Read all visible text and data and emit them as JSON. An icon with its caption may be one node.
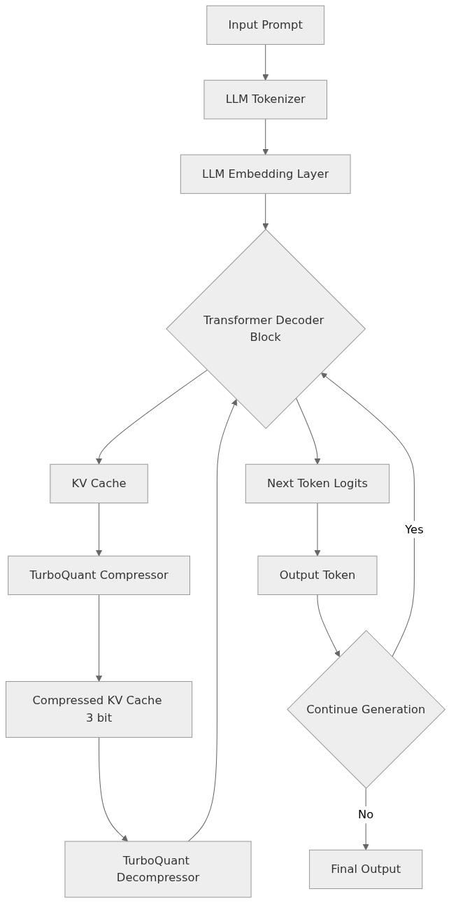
{
  "diagram": {
    "nodes": [
      {
        "text": [
          "Input Prompt"
        ]
      },
      {
        "text": [
          "LLM Tokenizer"
        ]
      },
      {
        "text": [
          "LLM Embedding Layer"
        ]
      },
      {
        "text": [
          "Transformer Decoder Block"
        ]
      },
      {
        "text": [
          "KV Cache"
        ]
      },
      {
        "text": [
          "Next Token Logits"
        ]
      },
      {
        "text": [
          "TurboQuant Compressor"
        ]
      },
      {
        "text": [
          "Output Token"
        ]
      },
      {
        "text": [
          "Compressed KV Cache 3 bit"
        ]
      },
      {
        "text": [
          "Continue Generation"
        ]
      },
      {
        "text": [
          "TurboQuant Decompressor"
        ]
      },
      {
        "text": [
          "Final Output"
        ]
      }
    ],
    "edges": [
      {
        "from": 0,
        "to": 1,
        "arrow": "to"
      },
      {
        "from": 1,
        "to": 2,
        "arrow": "to"
      },
      {
        "from": 2,
        "to": 3,
        "arrow": "to"
      },
      {
        "from": 3,
        "to": 4,
        "arrow": "to"
      },
      {
        "from": 3,
        "to": 5,
        "arrow": "to"
      },
      {
        "from": 4,
        "to": 6,
        "arrow": "to"
      },
      {
        "from": 6,
        "to": 8,
        "arrow": "to"
      },
      {
        "from": 8,
        "to": 10,
        "arrow": "to"
      },
      {
        "from": 10,
        "to": 3,
        "arrow": "to"
      },
      {
        "from": 5,
        "to": 7,
        "arrow": "to"
      },
      {
        "from": 7,
        "to": 9,
        "arrow": "to"
      },
      {
        "from": 9,
        "to": 3,
        "label": "Yes",
        "arrow": "to"
      },
      {
        "from": 9,
        "to": 11,
        "label": "No",
        "arrow": "to"
      }
    ]
  }
}
